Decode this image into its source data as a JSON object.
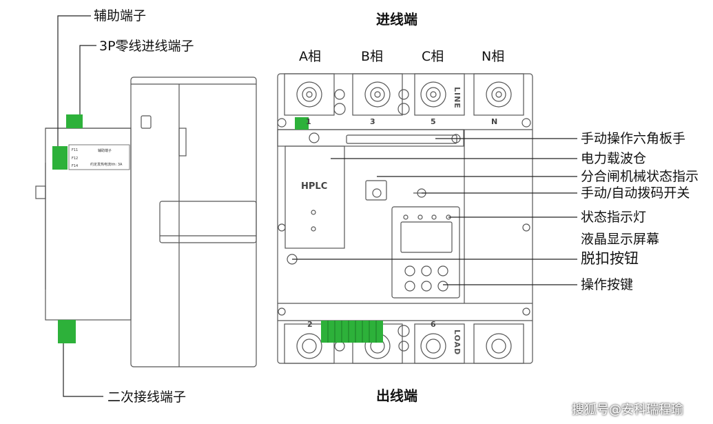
{
  "left_view": {
    "aux_terminal_label": "辅助端子",
    "neutral_in_terminal_label": "3P零线进线端子",
    "secondary_terminal_label": "二次接线端子",
    "aux_box": {
      "f11": "F11",
      "f12": "F12",
      "f14": "F14",
      "title": "辅助端子",
      "rating": "约定发热电流Ith: 3A"
    }
  },
  "front_view": {
    "top_title": "进线端",
    "bottom_title": "出线端",
    "phases": [
      "A相",
      "B相",
      "C相",
      "N相"
    ],
    "line_text": "LINE",
    "load_text": "LOAD",
    "top_numbers": [
      "1",
      "3",
      "5",
      "N"
    ],
    "bottom_numbers": [
      "2",
      "6"
    ],
    "hplc": "HPLC"
  },
  "callouts": [
    "手动操作六角板手",
    "电力载波仓",
    "分合闸机械状态指示",
    "手动/自动拨码开关",
    "状态指示灯",
    "液晶显示屏幕",
    "脱扣按钮",
    "操作按键"
  ],
  "colors": {
    "terminal_green": "#2db13a",
    "line": "#444444"
  },
  "watermark": "搜狐号@安科瑞程瑜"
}
